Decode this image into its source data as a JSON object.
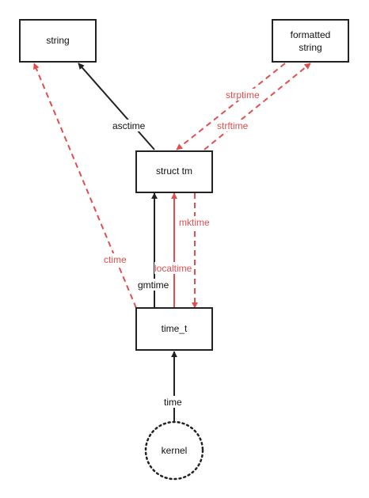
{
  "colors": {
    "black_edge": "#222222",
    "red_edge": "#e04f4f",
    "node_border": "#222222",
    "background": "#ffffff"
  },
  "nodes": {
    "string": "string",
    "formatted_string_line1": "formatted",
    "formatted_string_line2": "string",
    "struct_tm": "struct tm",
    "time_t": "time_t",
    "kernel": "kernel"
  },
  "edges": {
    "asctime": "asctime",
    "strptime": "strptime",
    "strftime": "strftime",
    "mktime": "mktime",
    "ctime": "ctime",
    "localtime": "localtime",
    "gmtime": "gmtime",
    "time": "time"
  }
}
